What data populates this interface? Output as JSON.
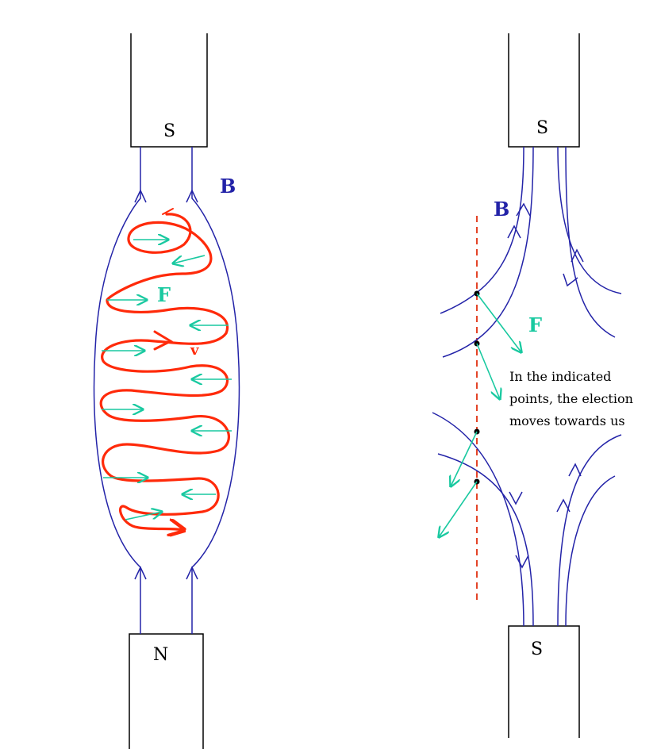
{
  "left_diagram": {
    "top_pole": "S",
    "bottom_pole": "N",
    "field_label": "B",
    "force_label": "F",
    "velocity_label": "v"
  },
  "right_diagram": {
    "top_pole": "S",
    "bottom_pole": "S",
    "field_label": "B",
    "force_label": "F",
    "note": [
      "In the indicated",
      "points, the election",
      "moves towards us"
    ]
  },
  "colors": {
    "field_lines": "#2323a8",
    "electron_path": "#ff2a0a",
    "force_arrows": "#19c9a0",
    "symmetry_line": "#e03010",
    "magnet": "#000000"
  }
}
